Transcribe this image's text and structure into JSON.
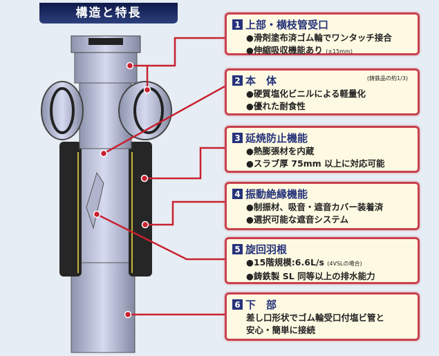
{
  "header": "構造と特長",
  "features": [
    {
      "num": "1",
      "title": "上部・横枝管受口",
      "lines": [
        {
          "text": "●滑剤塗布済ゴム輪でワンタッチ接合",
          "small": ""
        },
        {
          "text": "●伸縮吸収機能あり",
          "small": "(±15mm)"
        }
      ]
    },
    {
      "num": "2",
      "title": "本　体",
      "note": "(鋳鉄品の約1/3)",
      "lines": [
        {
          "text": "●硬質塩化ビニルによる軽量化",
          "small": ""
        },
        {
          "text": "●優れた耐食性",
          "small": ""
        }
      ]
    },
    {
      "num": "3",
      "title": "延焼防止機能",
      "lines": [
        {
          "text": "●熱膨張材を内蔵",
          "small": ""
        },
        {
          "text": "●スラブ厚 75mm 以上に対応可能",
          "small": ""
        }
      ]
    },
    {
      "num": "4",
      "title": "振動絶縁機能",
      "lines": [
        {
          "text": "●制振材、吸音・遮音カバー装着済",
          "small": ""
        },
        {
          "text": "●選択可能な遮音システム",
          "small": ""
        }
      ]
    },
    {
      "num": "5",
      "title": "旋回羽根",
      "lines": [
        {
          "text": "●15階規模:6.6L/s",
          "small": "(4VSLの場合)"
        },
        {
          "text": "●鋳鉄製 SL 同等以上の排水能力",
          "small": ""
        }
      ]
    },
    {
      "num": "6",
      "title": "下　部",
      "lines": [
        {
          "text": "差し口形状でゴム輪受口付塩ビ管と",
          "small": ""
        },
        {
          "text": "安心・簡単に接続",
          "small": ""
        }
      ]
    }
  ],
  "colors": {
    "accent": "#c9404e",
    "title": "#26337a",
    "box_bg": "#fdf9e2"
  }
}
